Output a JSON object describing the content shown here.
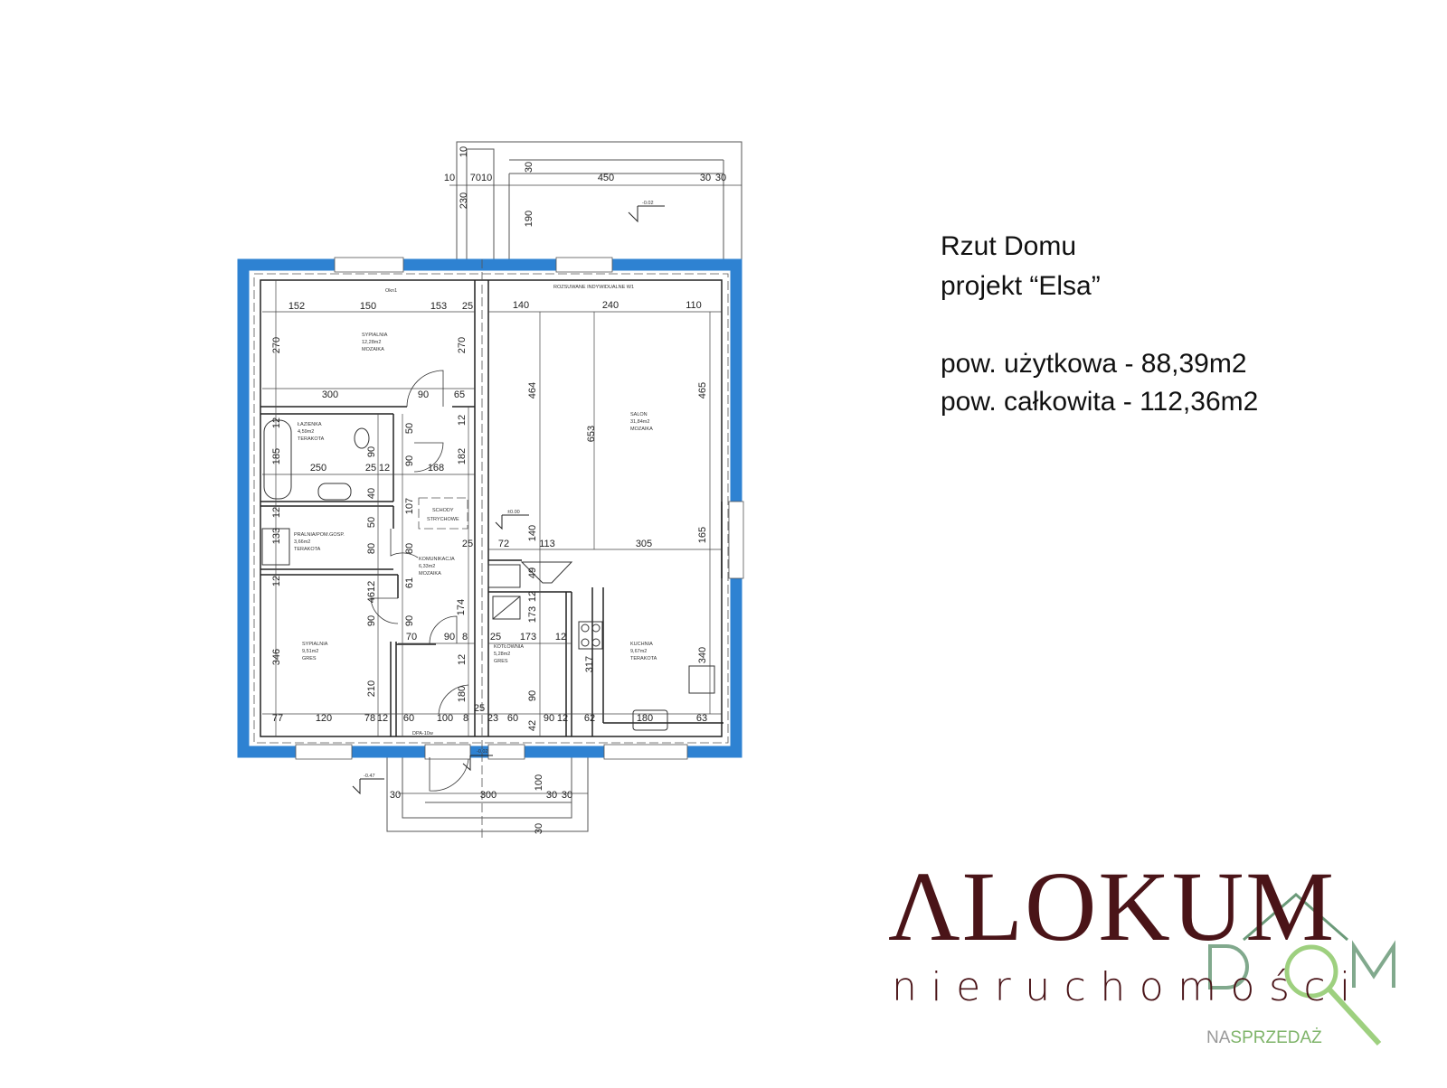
{
  "info": {
    "title": "Rzut Domu",
    "project": "projekt “Elsa”",
    "usable_area": "pow. użytkowa - 88,39m2",
    "total_area": "pow. całkowita - 112,36m2"
  },
  "colors": {
    "wall": "#2e82d2",
    "logo_maroon": "#4a1418",
    "logo_green": "#7fb46a"
  },
  "rooms": [
    {
      "name": "SYPIALNIA",
      "area": "12,28m2",
      "floor": "MOZAIKA"
    },
    {
      "name": "ŁAZIENKA",
      "area": "4,59m2",
      "floor": "TERAKOTA"
    },
    {
      "name": "PRALNIA/POM.GOSP.",
      "area": "3,66m2",
      "floor": "TERAKOTA"
    },
    {
      "name": "KOMUNIKACJA",
      "area": "6,33m2",
      "floor": "MOZAIKA"
    },
    {
      "name": "SYPIALNIA",
      "area": "9,51m2",
      "floor": "GRES"
    },
    {
      "name": "SALON",
      "area": "31,84m2",
      "floor": "MOZAIKA"
    },
    {
      "name": "KOTŁOWNIA",
      "area": "5,28m2",
      "floor": "GRES"
    },
    {
      "name": "KUCHNIA",
      "area": "9,67m2",
      "floor": "TERAKOTA"
    }
  ],
  "notes": {
    "window_top": "Okn1",
    "sliding": "ROZSUWANE INDYWIDUALNE W1",
    "stairs_1": "SCHODY",
    "stairs_2": "STRYCHOWE",
    "door_entry": "DPA-10w",
    "level_zero": "±0.00",
    "level_terrace": "-0.02",
    "level_entry": "-0.02",
    "level_outside": "-0.47"
  },
  "dims": [
    "10",
    "7010",
    "450",
    "30",
    "30",
    "10",
    "230",
    "30",
    "190",
    "152",
    "150",
    "153",
    "25",
    "270",
    "270",
    "300",
    "90",
    "65",
    "140",
    "240",
    "110",
    "464",
    "653",
    "465",
    "140",
    "72",
    "113",
    "305",
    "165",
    "12",
    "185",
    "250",
    "25",
    "12",
    "50",
    "90",
    "90",
    "168",
    "182",
    "12",
    "40",
    "107",
    "12",
    "133",
    "50",
    "80",
    "80",
    "25",
    "12",
    "346",
    "4612",
    "61",
    "90",
    "90",
    "210",
    "77",
    "120",
    "78",
    "12",
    "60",
    "100",
    "8",
    "70",
    "90",
    "8",
    "174",
    "12",
    "180",
    "25",
    "49",
    "173",
    "12",
    "25",
    "173",
    "12",
    "317",
    "340",
    "90",
    "23",
    "60",
    "90",
    "12",
    "62",
    "180",
    "63",
    "42",
    "30",
    "300",
    "100",
    "30",
    "30",
    "30"
  ],
  "logo": {
    "main": "ΛLOKUM",
    "sub": "nieruchomości",
    "mark": "DOM",
    "tag_na": "NA",
    "tag_rest": "SPRZEDAŻ"
  }
}
